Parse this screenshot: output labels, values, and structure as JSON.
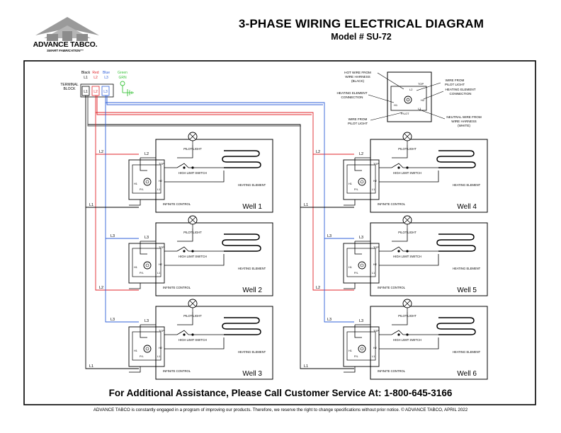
{
  "header": {
    "brand_name": "ADVANCE TABCO.",
    "brand_tagline": "SMART FABRICATION™",
    "title": "3-PHASE WIRING ELECTRICAL DIAGRAM",
    "model": "Model # SU-72"
  },
  "terminal_block": {
    "label_line1": "TERMINAL",
    "label_line2": "BLOCK",
    "terminals": [
      {
        "color_name": "Black",
        "code": "L1",
        "color": "#000000"
      },
      {
        "color_name": "Red",
        "code": "L2",
        "color": "#e0252b"
      },
      {
        "color_name": "Blue",
        "code": "L3",
        "color": "#3060d8"
      },
      {
        "color_name": "Green",
        "code": "GRN",
        "color": "#3cc43c"
      }
    ]
  },
  "legend": {
    "hot_wire": [
      "HOT WIRE FROM",
      "WIRE HARNESS",
      "(BLACK)"
    ],
    "heating_connection_left": [
      "HEATING ELEMENT",
      "CONNECTION"
    ],
    "pilot_left": [
      "WIRE FROM",
      "PILOT LIGHT"
    ],
    "pilot_right": [
      "WIRE FROM",
      "PILOT LIGHT"
    ],
    "heating_connection_right": [
      "HEATING ELEMENT",
      "CONNECTION"
    ],
    "neutral_wire": [
      "NEUTRAL WIRE FROM",
      "WIRE HARNESS",
      "(WHITE)"
    ],
    "top": "TOP",
    "l2": "L2",
    "l1": "L1",
    "h1": "H1",
    "h2": "H2",
    "pilot": "P/LOT"
  },
  "component_labels": {
    "pilot_light": "PILOT LIGHT",
    "high_limit_switch": "HIGH LIMIT SWITCH",
    "heating_element": "HEATING ELEMENT",
    "infinite_control": "INFINITE CONTROL",
    "top": "TOP",
    "h1": "H1",
    "h2": "H2",
    "pl": "P/L",
    "terminal_l1": "L1"
  },
  "wells": [
    {
      "name": "Well 1",
      "line": "L2"
    },
    {
      "name": "Well 2",
      "line": "L3"
    },
    {
      "name": "Well 3",
      "line": "L3"
    },
    {
      "name": "Well 4",
      "line": "L2"
    },
    {
      "name": "Well 5",
      "line": "L3"
    },
    {
      "name": "Well 6",
      "line": "L3"
    }
  ],
  "wire_labels": {
    "well1_in": "L2",
    "well1_return": "L1",
    "well2_in": "L3",
    "well2_return": "L2",
    "well3_in": "L3",
    "well3_return": "L1",
    "well4_in": "L2",
    "well4_return": "L1",
    "well5_in": "L3",
    "well5_return": "L2",
    "well6_in": "L3",
    "well6_return": "L1"
  },
  "assistance": "For Additional Assistance, Please Call Customer Service At: 1-800-645-3166",
  "footer_note": "ADVANCE TABCO is constantly engaged in a program of improving our products. Therefore, we reserve the right to change specifications without prior notice.     © ADVANCE TABCO, APRIL 2022"
}
